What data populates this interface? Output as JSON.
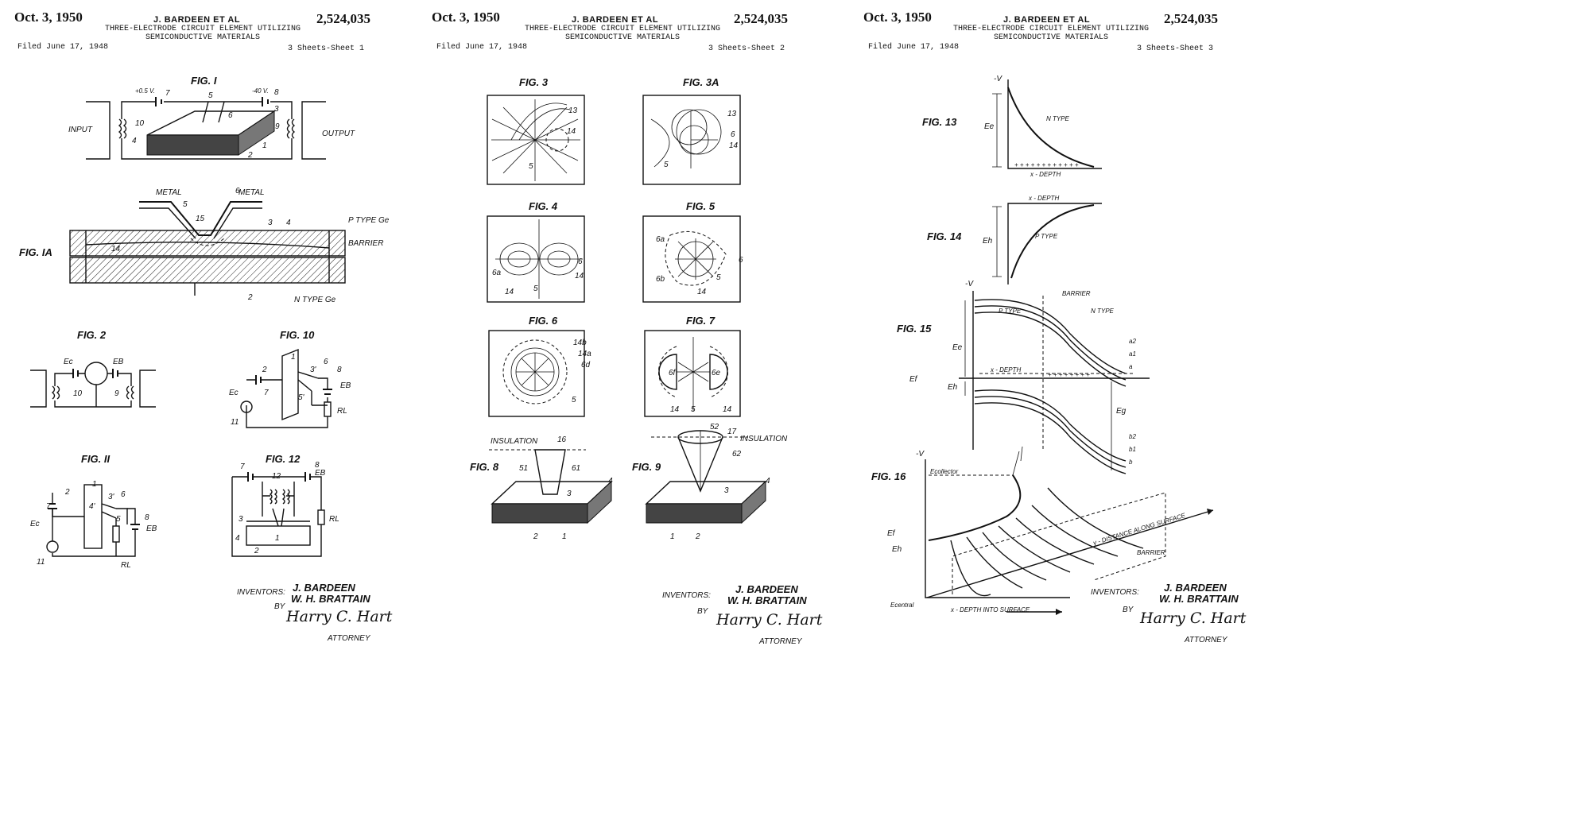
{
  "header": {
    "date": "Oct. 3, 1950",
    "inventors_short": "J. BARDEEN ET AL",
    "title_line1": "THREE-ELECTRODE CIRCUIT ELEMENT UTILIZING",
    "title_line2": "SEMICONDUCTIVE MATERIALS",
    "patent_number": "2,524,035",
    "filed": "Filed June 17, 1948"
  },
  "sheets": [
    {
      "sheet_label": "3 Sheets-Sheet 1"
    },
    {
      "sheet_label": "3 Sheets-Sheet 2"
    },
    {
      "sheet_label": "3 Sheets-Sheet 3"
    }
  ],
  "signature": {
    "inventors_label": "INVENTORS:",
    "inventor1": "J. BARDEEN",
    "inventor2": "W. H. BRATTAIN",
    "by": "BY",
    "attorney_signature": "Harry C. Hart",
    "attorney_label": "ATTORNEY"
  },
  "sheet1": {
    "fig1": "FIG. I",
    "fig1a": "FIG. IA",
    "fig2": "FIG. 2",
    "fig10": "FIG. 10",
    "fig11": "FIG. II",
    "fig12": "FIG. 12",
    "input": "INPUT",
    "output": "OUTPUT",
    "v_pos": "+0.5 V.",
    "v_neg": "-40 V.",
    "metal_l": "METAL",
    "metal_r": "METAL",
    "p_type": "P TYPE Ge",
    "barrier": "BARRIER",
    "n_type": "N TYPE Ge",
    "ec": "Ec",
    "eb": "EB",
    "rl": "RL",
    "n1": "1",
    "n2": "2",
    "n3": "3",
    "n4": "4",
    "n5": "5",
    "n6": "6",
    "n7": "7",
    "n8": "8",
    "n9": "9",
    "n10": "10",
    "n11": "11",
    "n12": "12",
    "n14": "14",
    "n15": "15",
    "n3p": "3'",
    "n4p": "4'",
    "n5p": "5'"
  },
  "sheet2": {
    "fig3": "FIG. 3",
    "fig3a": "FIG. 3A",
    "fig4": "FIG. 4",
    "fig5": "FIG. 5",
    "fig6": "FIG. 6",
    "fig7": "FIG. 7",
    "fig8": "FIG. 8",
    "fig9": "FIG. 9",
    "insulation_l": "INSULATION",
    "insulation_r": "INSULATION",
    "n13": "13",
    "n14": "14",
    "n5": "5",
    "n6": "6",
    "n6a": "6a",
    "n6b": "6b",
    "n6d": "6d",
    "n6e": "6e",
    "n6f": "6f",
    "n14a": "14a",
    "n14b": "14b",
    "n16": "16",
    "n17": "17",
    "n51": "51",
    "n52": "52",
    "n61": "61",
    "n62": "62",
    "n3": "3",
    "n4": "4",
    "n1": "1",
    "n2": "2"
  },
  "sheet3": {
    "fig13": "FIG. 13",
    "fig14": "FIG. 14",
    "fig15": "FIG. 15",
    "fig16": "FIG. 16",
    "minus_v": "-V",
    "n_type": "N TYPE",
    "p_type": "P TYPE",
    "x_depth": "x - DEPTH",
    "ee": "Ee",
    "eh": "Eh",
    "ef": "Ef",
    "eg": "Eg",
    "barrier": "BARRIER",
    "e_collector": "Ecollector",
    "e_central": "Ecentral",
    "x_into_surface": "x - DEPTH INTO SURFACE",
    "y_along_surface": "y - DISTANCE ALONG SURFACE",
    "a": "a",
    "a1": "a1",
    "a2": "a2",
    "b": "b",
    "b1": "b1",
    "b2": "b2"
  }
}
